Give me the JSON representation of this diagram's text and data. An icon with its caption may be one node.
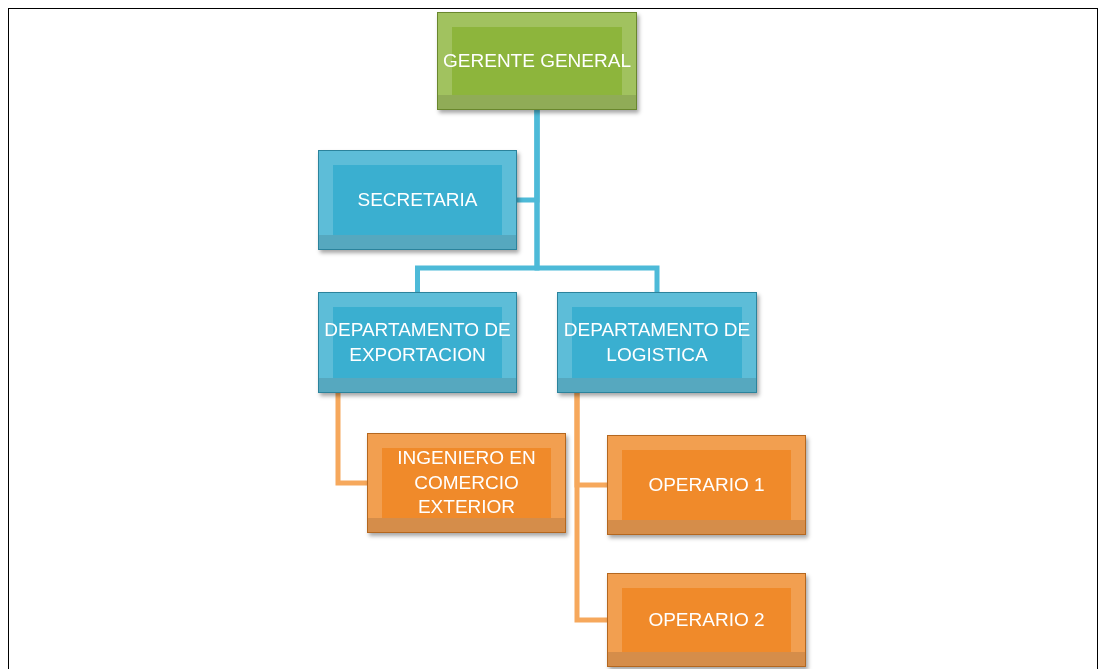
{
  "diagram": {
    "nodes": [
      {
        "text": [
          "GERENTE GENERAL"
        ]
      },
      {
        "text": [
          "SECRETARIA"
        ]
      },
      {
        "text": [
          "DEPARTAMENTO DE EXPORTACION"
        ]
      },
      {
        "text": [
          "DEPARTAMENTO DE LOGISTICA"
        ]
      },
      {
        "text": [
          "INGENIERO EN COMERCIO EXTERIOR"
        ]
      },
      {
        "text": [
          "OPERARIO 1"
        ]
      },
      {
        "text": [
          "OPERARIO 2"
        ]
      }
    ],
    "edges": [
      {
        "from": 0,
        "to": 1,
        "arrow": "none"
      },
      {
        "from": 0,
        "to": 2,
        "arrow": "none"
      },
      {
        "from": 0,
        "to": 3,
        "arrow": "none"
      },
      {
        "from": 2,
        "to": 4,
        "arrow": "none",
        "color": "#f6a85c"
      },
      {
        "from": 3,
        "to": 5,
        "arrow": "none",
        "color": "#f6a85c"
      },
      {
        "from": 3,
        "to": 6,
        "arrow": "none",
        "color": "#f6a85c"
      }
    ]
  }
}
